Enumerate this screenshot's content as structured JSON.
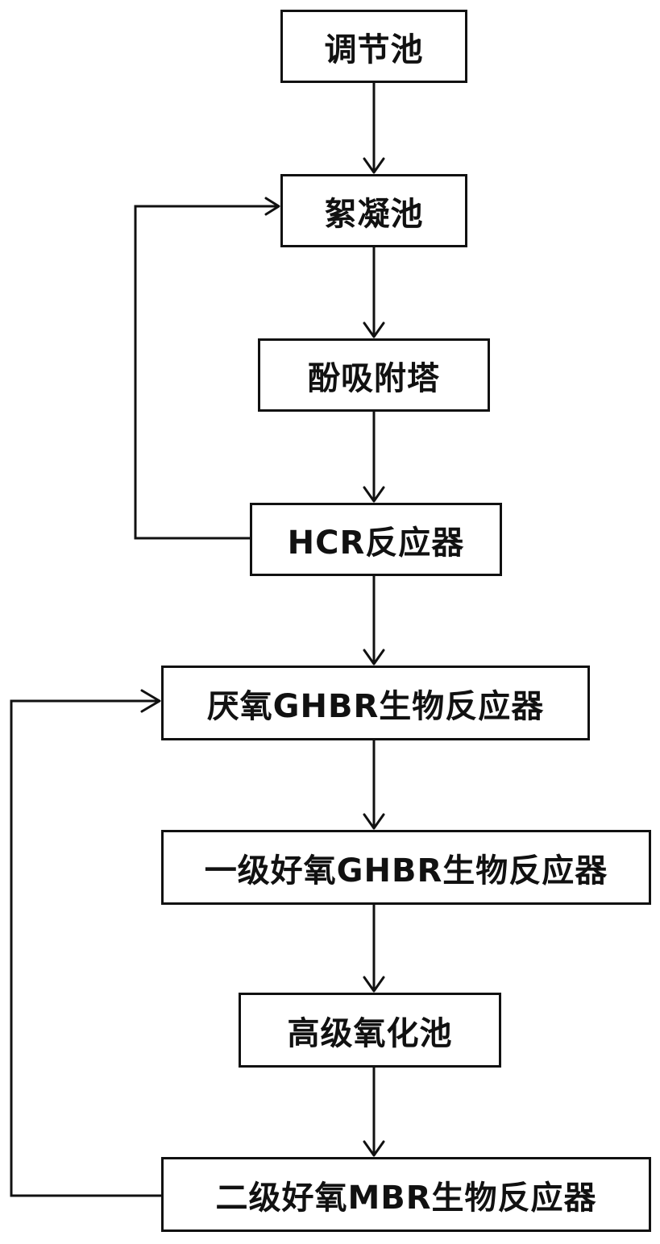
{
  "nodes": {
    "regulating_tank": "调节池",
    "flocculation_tank": "絮凝池",
    "phenol_adsorption_tower": "酚吸附塔",
    "hcr_reactor": "HCR反应器",
    "anaerobic_ghbr": "厌氧GHBR生物反应器",
    "primary_aerobic_ghbr": "一级好氧GHBR生物反应器",
    "advanced_oxidation_tank": "高级氧化池",
    "secondary_aerobic_mbr": "二级好氧MBR生物反应器"
  },
  "colors": {
    "stroke": "#111111",
    "background": "#ffffff"
  }
}
